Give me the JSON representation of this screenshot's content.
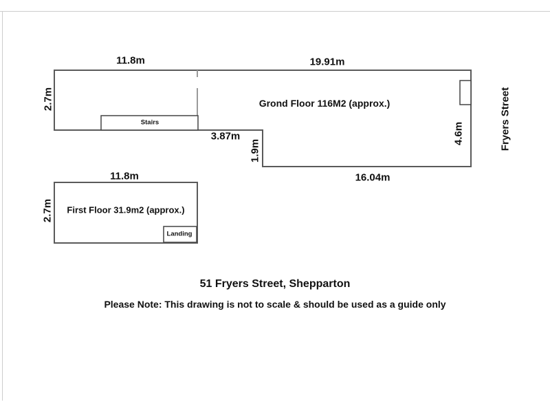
{
  "colors": {
    "wall": "#5a5a5a",
    "inner_box": "#444444",
    "partition": "#9a9a9a",
    "frame": "#cccccc",
    "text": "#111111",
    "background": "#ffffff"
  },
  "plan": {
    "street_label": "Fryers Street",
    "ground_floor": {
      "label": "Grond Floor 116M2 (approx.)",
      "stairs": "Stairs",
      "dim_top_left": "11.8m",
      "dim_top_right": "19.91m",
      "dim_left": "2.7m",
      "dim_middle": "3.87m",
      "dim_step": "1.9m",
      "dim_bottom": "16.04m",
      "dim_right": "4.6m"
    },
    "first_floor": {
      "label": "First Floor 31.9m2 (approx.)",
      "landing": "Landing",
      "dim_top": "11.8m",
      "dim_left": "2.7m"
    }
  },
  "footer": {
    "title": "51 Fryers Street, Shepparton",
    "note": "Please Note: This drawing is not to scale & should be used as a guide only"
  }
}
